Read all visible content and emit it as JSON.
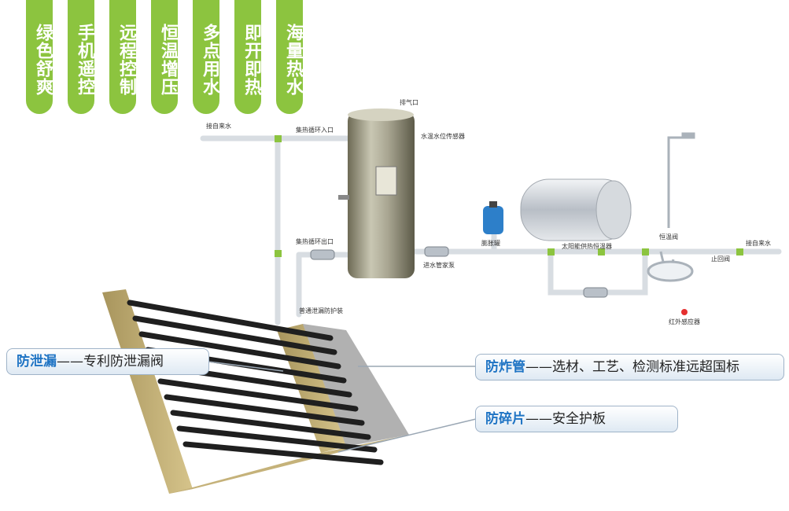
{
  "tags": [
    "绿色舒爽",
    "手机遥控",
    "远程控制",
    "恒温增压",
    "多点用水",
    "即开即热",
    "海量热水"
  ],
  "labels": {
    "vent": "排气口",
    "tap_in": "接自来水",
    "loop_in": "集热循环入口",
    "sensor": "水温水位传感器",
    "loop_out": "集热循环出口",
    "pump": "进水管家泵",
    "tank_small": "膨胀罐",
    "heater": "太阳能供热恒温器",
    "mix_valve": "恒温阀",
    "out_hot": "接自来水",
    "check_valve": "止回阀",
    "infrared": "红外感应器",
    "drain": "普通泄漏防护装"
  },
  "callouts": [
    {
      "key": "防泄漏",
      "text": "——专利防泄漏阀"
    },
    {
      "key": "防炸管",
      "text": "——选材、工艺、检测标准远超国标"
    },
    {
      "key": "防碎片",
      "text": "——安全护板"
    }
  ],
  "colors": {
    "tag_green": "#8cc43f",
    "callout_key": "#1f74c4",
    "pipe": "#d8dde2"
  }
}
